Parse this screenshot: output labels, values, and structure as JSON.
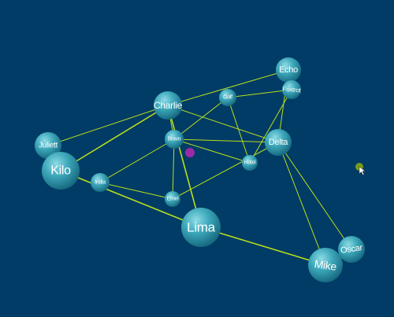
{
  "colors": {
    "background": "#003c66",
    "node_fill": "#2f9db0",
    "node_highlight": "#7fd3df",
    "node_shadow": "#14677d",
    "edge": "#b9df1a",
    "selected_marker": "#9b2aa8",
    "cursor_marker": "#7a9a1a"
  },
  "nodes": [
    {
      "id": "echo",
      "label": "Echo"
    },
    {
      "id": "foxtrot",
      "label": "Foxtrot"
    },
    {
      "id": "charlie",
      "label": "Charlie"
    },
    {
      "id": "golf",
      "label": "Golf"
    },
    {
      "id": "delta",
      "label": "Delta"
    },
    {
      "id": "bravo",
      "label": "Bravo"
    },
    {
      "id": "juliett",
      "label": "Juliett"
    },
    {
      "id": "kilo",
      "label": "Kilo"
    },
    {
      "id": "india",
      "label": "India"
    },
    {
      "id": "hotel",
      "label": "Hotel"
    },
    {
      "id": "emel",
      "label": "Emel"
    },
    {
      "id": "lima",
      "label": "Lima"
    },
    {
      "id": "oscar",
      "label": "Oscar"
    },
    {
      "id": "mike",
      "label": "Mike"
    }
  ],
  "edges": [
    [
      "charlie",
      "echo"
    ],
    [
      "golf",
      "foxtrot"
    ],
    [
      "echo",
      "foxtrot"
    ],
    [
      "echo",
      "delta"
    ],
    [
      "foxtrot",
      "hotel"
    ],
    [
      "charlie",
      "delta"
    ],
    [
      "charlie",
      "juliett"
    ],
    [
      "charlie",
      "kilo"
    ],
    [
      "charlie",
      "lima"
    ],
    [
      "charlie",
      "bravo"
    ],
    [
      "golf",
      "bravo"
    ],
    [
      "golf",
      "hotel"
    ],
    [
      "bravo",
      "delta"
    ],
    [
      "bravo",
      "india"
    ],
    [
      "bravo",
      "emel"
    ],
    [
      "bravo",
      "hotel"
    ],
    [
      "delta",
      "mike"
    ],
    [
      "delta",
      "oscar"
    ],
    [
      "delta",
      "emel"
    ],
    [
      "kilo",
      "lima"
    ],
    [
      "juliett",
      "kilo"
    ],
    [
      "india",
      "emel"
    ],
    [
      "lima",
      "mike"
    ],
    [
      "mike",
      "oscar"
    ]
  ]
}
